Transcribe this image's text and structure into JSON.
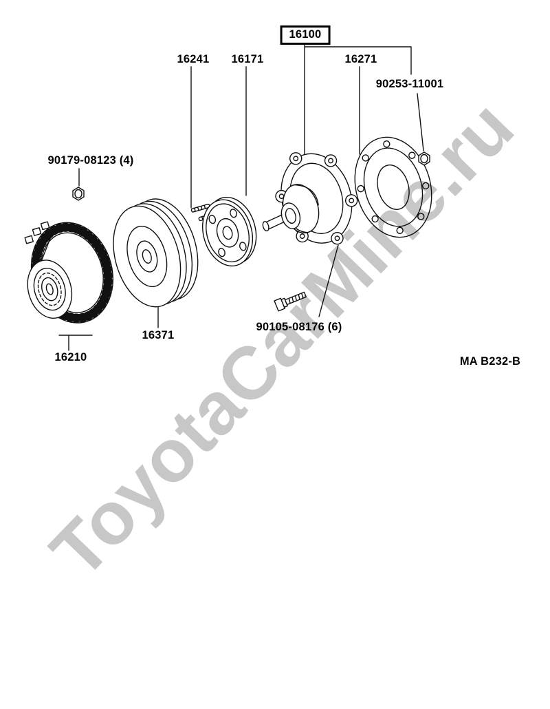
{
  "diagram": {
    "watermark": "ToyotaCarMine.ru",
    "boxed_label": "16100",
    "labels": {
      "p16241": "16241",
      "p16171": "16171",
      "p16271": "16271",
      "p90253": "90253-11001",
      "p90179": "90179-08123 (4)",
      "p16371": "16371",
      "p16210": "16210",
      "p90105": "90105-08176 (6)"
    },
    "footer_code": "MA B232-B",
    "colors": {
      "line": "#111111",
      "watermark_gray": "#c6c6c6",
      "background": "#ffffff"
    }
  }
}
